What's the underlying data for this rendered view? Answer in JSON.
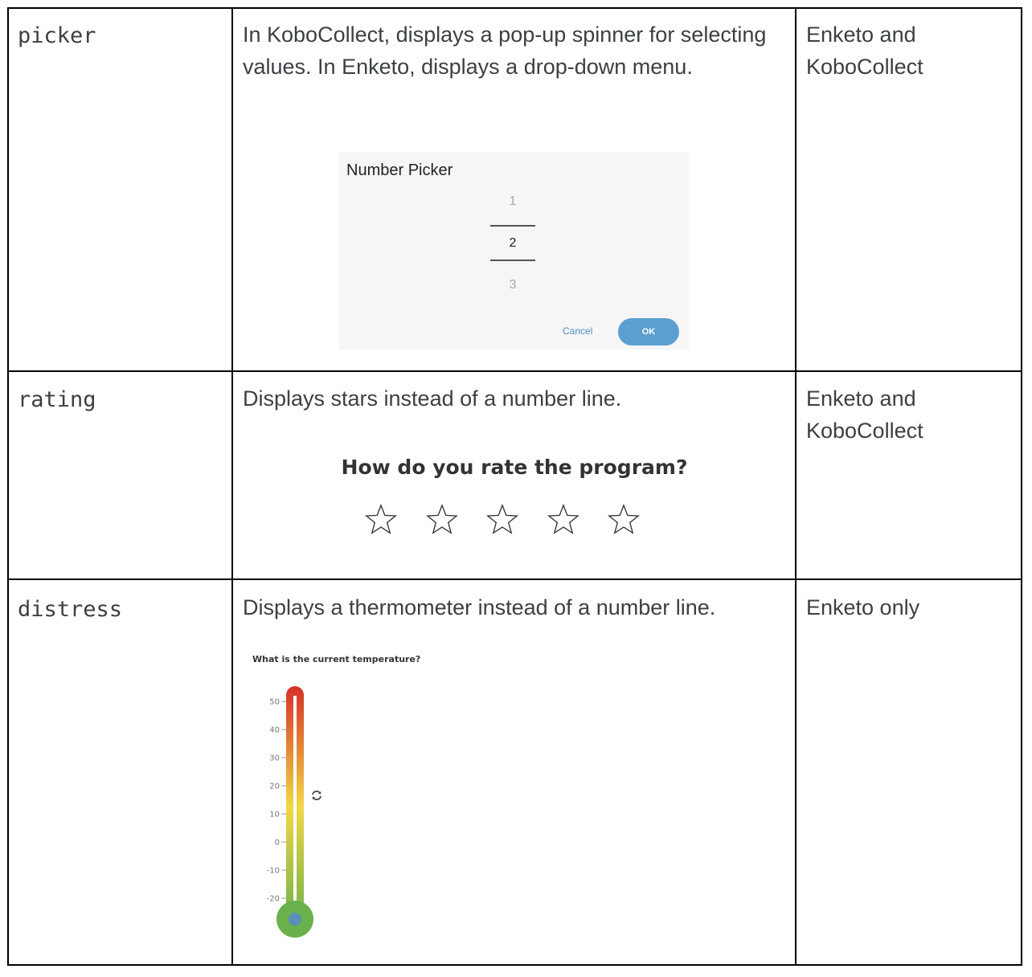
{
  "rows": [
    {
      "appearance": "picker",
      "description": "In KoboCollect, displays a pop-up spinner for selecting values. In Enketo, displays a drop-down menu.",
      "platform": "Enketo and KoboCollect",
      "widget": {
        "title": "Number Picker",
        "values": [
          "1",
          "2",
          "3"
        ],
        "selected": "2",
        "cancel_label": "Cancel",
        "ok_label": "OK"
      }
    },
    {
      "appearance": "rating",
      "description": "Displays stars instead of a number line.",
      "platform": "Enketo and KoboCollect",
      "widget": {
        "question": "How do you rate the program?",
        "star_count": 5,
        "filled_stars": 0
      }
    },
    {
      "appearance": "distress",
      "description": "Displays a thermometer instead of a number line.",
      "platform": "Enketo only",
      "widget": {
        "question": "What is the current temperature?",
        "ticks": [
          "50",
          "40",
          "30",
          "20",
          "10",
          "0",
          "-10",
          "-20"
        ],
        "icon": "refresh-icon",
        "colors": {
          "top": "#d73027",
          "middle": "#f2d744",
          "bottom": "#6ab04c",
          "bulb": "#6ab04c",
          "marker": "#5a8fb8"
        }
      }
    }
  ]
}
